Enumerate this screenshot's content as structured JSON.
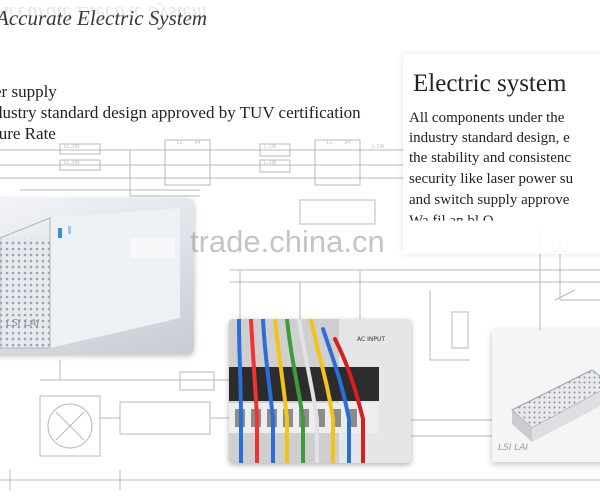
{
  "header": {
    "title": "Accurate Electric System",
    "title_reflection": "Accurate Electric System"
  },
  "features": {
    "line1": "er supply",
    "line2": "dustry standard design approved by TUV certification",
    "line3": "lure Rate"
  },
  "panel": {
    "title": "Electric system",
    "lines": [
      "All components under the",
      "industry standard design, e",
      "the stability and consistenc",
      "security like laser power su",
      "and switch supply approve",
      "Wa    fil        an    bl    O"
    ]
  },
  "watermark": "trade.china.cn",
  "photos": {
    "left_label": "LSI LAI",
    "mid_label": "AC INPUT"
  },
  "colors": {
    "text": "#222222",
    "title": "#3a3a3a",
    "schematic_line": "#b4b4b4",
    "watermark": "#9a9a9a"
  }
}
